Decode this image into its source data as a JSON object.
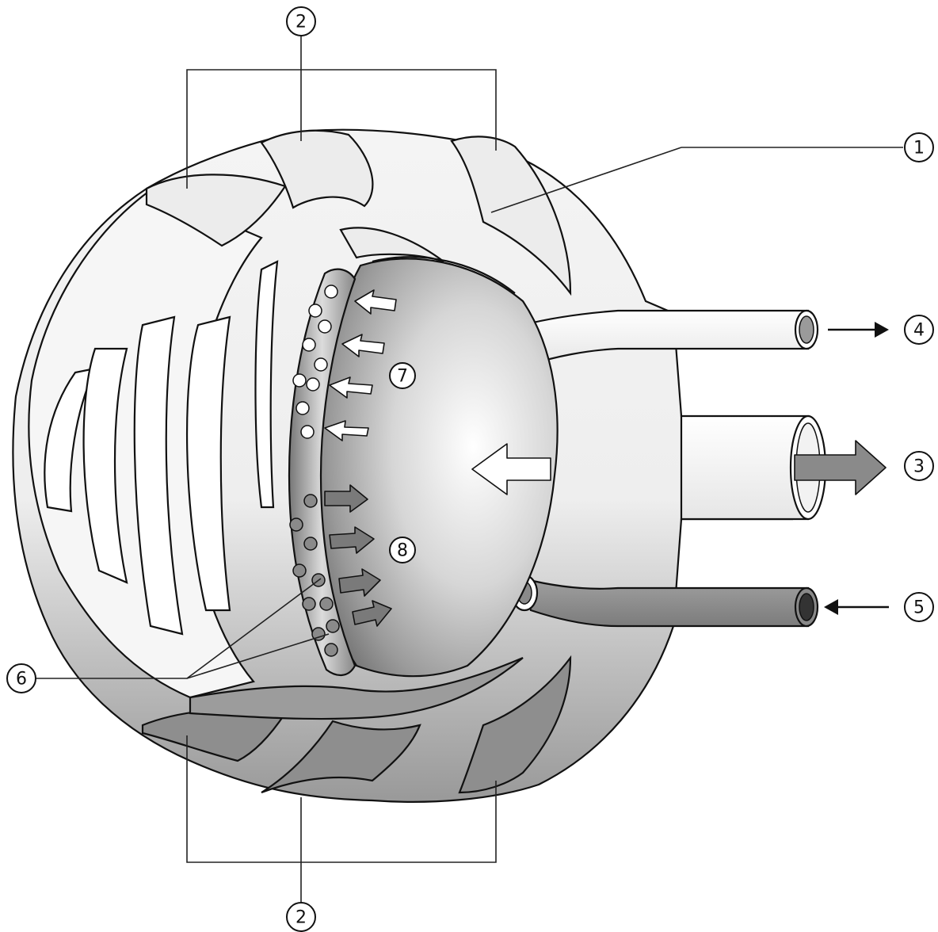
{
  "labels": {
    "l1": "1",
    "l2_top": "2",
    "l2_bottom": "2",
    "l3": "3",
    "l4": "4",
    "l5": "5",
    "l6": "6",
    "l7": "7",
    "l8": "8"
  },
  "colors": {
    "light_fill": "#efefef",
    "mid_gray": "#9a9a9a",
    "dark_gray": "#777777",
    "outline": "#111111"
  }
}
